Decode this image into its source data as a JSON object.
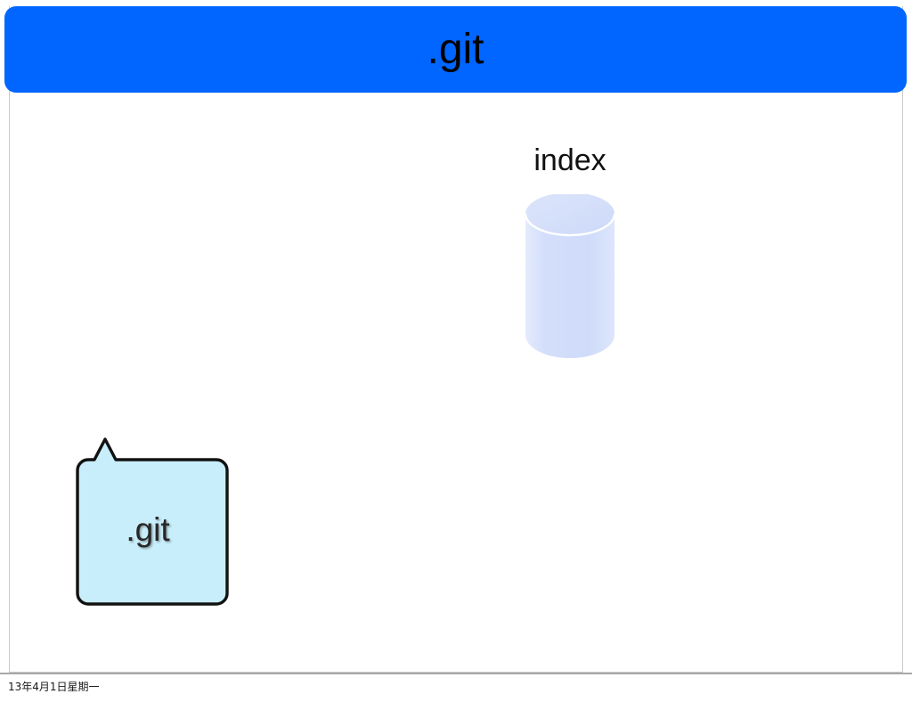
{
  "slide": {
    "title": ".git",
    "background_color": "#ffffff",
    "title_bar_color": "#0066ff",
    "title_text_color": "#000000"
  },
  "shapes": {
    "index_cylinder": {
      "label": "index",
      "icon": "database-cylinder-icon",
      "fill_color": "#d3def9",
      "top_face_color": "#d8e2fa",
      "divider_color": "#ffffff"
    },
    "git_folder": {
      "label": ".git",
      "icon": "folder-icon",
      "fill_color": "#c8eefb",
      "border_color": "#121212",
      "label_color": "#272727"
    }
  },
  "footer": {
    "date": "13年4月1日星期一",
    "rule_color": "#a8a8a8"
  }
}
